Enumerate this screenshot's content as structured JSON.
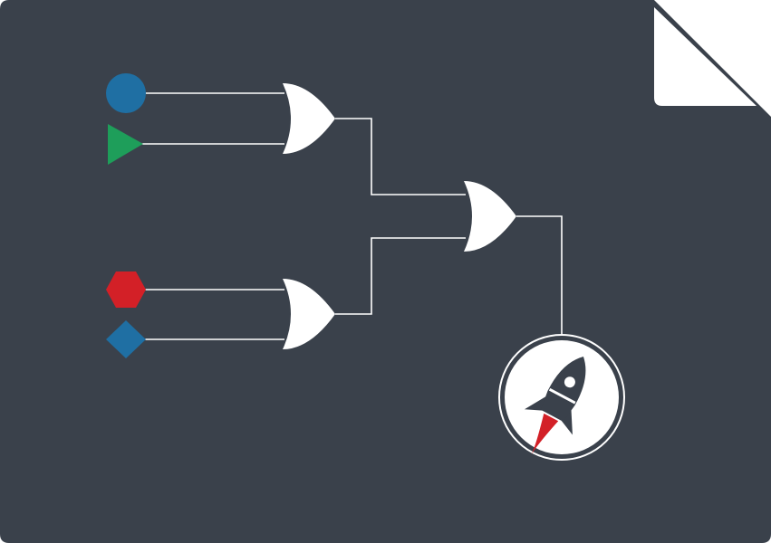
{
  "colors": {
    "background": "#3a414b",
    "page_fold": "#ffffff",
    "wire": "#ffffff",
    "gate": "#ffffff",
    "input_blue": "#1f6fa3",
    "input_green": "#1e9e5a",
    "input_red": "#d32027",
    "output_ring": "#ffffff",
    "rocket_body": "#3a414b",
    "rocket_flame": "#d32027"
  },
  "icons": {
    "input_1": "circle-icon",
    "input_2": "triangle-icon",
    "input_3": "hexagon-icon",
    "input_4": "diamond-icon",
    "output": "rocket-icon",
    "document": "document-fold-icon"
  },
  "logic": {
    "gate_top": "or",
    "gate_bottom": "or",
    "gate_final": "or"
  }
}
